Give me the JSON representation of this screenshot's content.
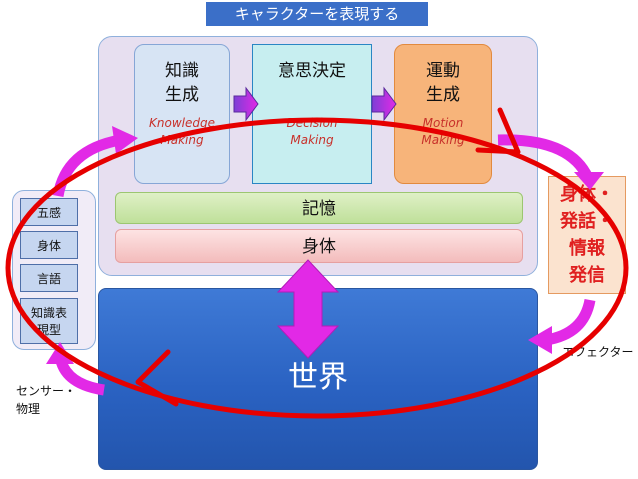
{
  "title": "キャラクターを表現する",
  "processes": {
    "knowledge": {
      "jp_line1": "知識",
      "jp_line2": "生成",
      "en_line1": "Knowledge",
      "en_line2": "Making"
    },
    "decision": {
      "jp_line1": "意思決定",
      "en_line1": "Decision",
      "en_line2": "Making"
    },
    "motion": {
      "jp_line1": "運動",
      "jp_line2": "生成",
      "en_line1": "Motion",
      "en_line2": "Making"
    }
  },
  "memory_label": "記憶",
  "body_label": "身体",
  "world_label": "世界",
  "sensors": {
    "items": [
      "五感",
      "身体",
      "言語"
    ],
    "knowledge_item_line1": "知識表",
    "knowledge_item_line2": "現型"
  },
  "outputs": {
    "line1": "身体・",
    "line2": "発話・",
    "line3": "情報",
    "line4": "発信"
  },
  "sensor_caption_line1": "センサー・",
  "sensor_caption_line2": "物理",
  "effector_caption": "エフェクター",
  "colors": {
    "title_bg": "#3b6fc8",
    "magenta_arrow": "#e229e6",
    "red_loop": "#e60000",
    "world": "#2a62c2"
  }
}
